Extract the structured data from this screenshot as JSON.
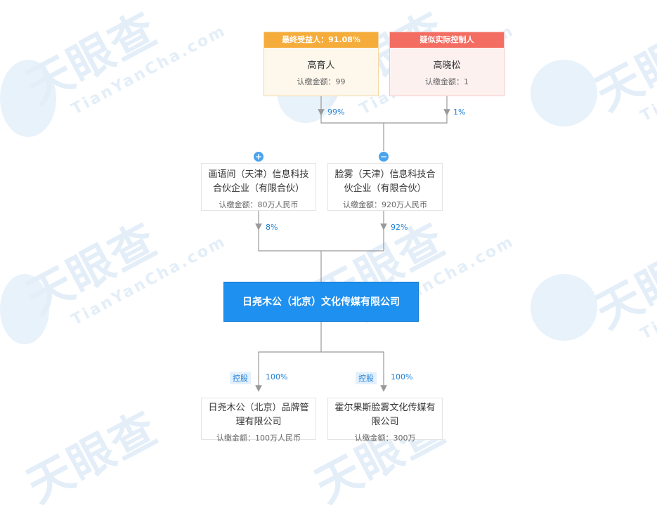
{
  "watermark": {
    "text": "天眼查",
    "url": "TianYanCha.com"
  },
  "shareholders": [
    {
      "header": "最终受益人：91.08%",
      "name": "高育人",
      "amount": "认缴金额：99",
      "percent": "99%"
    },
    {
      "header": "疑似实际控制人",
      "name": "高晓松",
      "amount": "认缴金额：1",
      "percent": "1%"
    }
  ],
  "partnerships": [
    {
      "name": "画语间（天津）信息科技合伙企业（有限合伙）",
      "amount": "认缴金额：80万人民币",
      "percent": "8%",
      "toggle": "+"
    },
    {
      "name": "脸雾（天津）信息科技合伙企业（有限合伙）",
      "amount": "认缴金额：920万人民币",
      "percent": "92%",
      "toggle": "−"
    }
  ],
  "company": {
    "name": "日尧木公（北京）文化传媒有限公司"
  },
  "subsidiaries": [
    {
      "tag": "控股",
      "percent": "100%",
      "name": "日尧木公（北京）品牌管理有限公司",
      "amount": "认缴金额：100万人民币"
    },
    {
      "tag": "控股",
      "percent": "100%",
      "name": "霍尔果斯脸雾文化传媒有限公司",
      "amount": "认缴金额：300万"
    }
  ],
  "colors": {
    "primary": "#1e90f0",
    "beneficiary": "#f5ac3b",
    "controller": "#f36d62",
    "line": "#999999"
  }
}
